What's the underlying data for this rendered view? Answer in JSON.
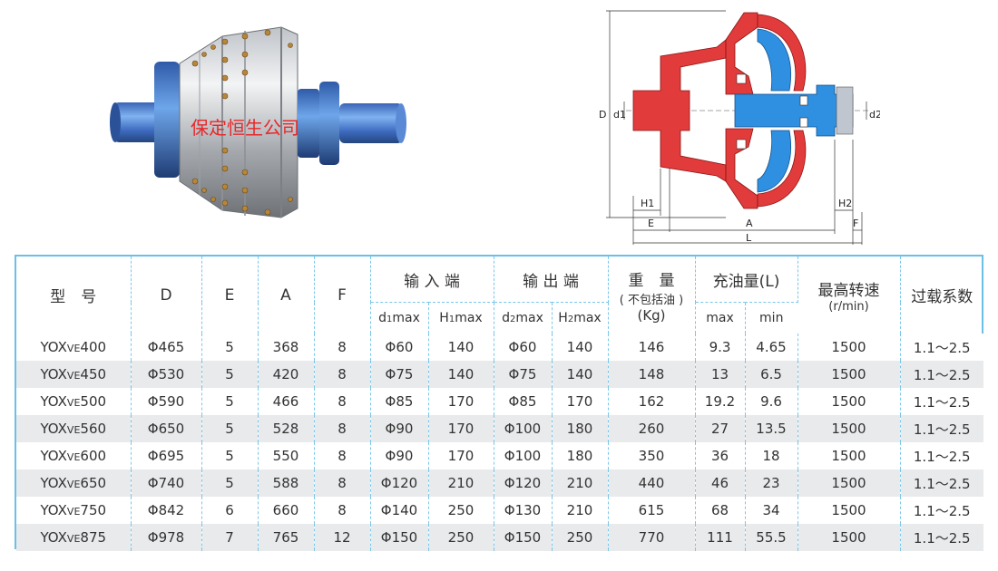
{
  "watermark": "保定恒生公司",
  "diagram": {
    "labels": {
      "D": "D",
      "d1": "d1",
      "d2": "d2",
      "H1": "H1",
      "H2": "H2",
      "E": "E",
      "A": "A",
      "F": "F",
      "L": "L"
    }
  },
  "table": {
    "headers": {
      "model": "型　号",
      "D": "D",
      "E": "E",
      "A": "A",
      "F": "F",
      "input_end": "输 入 端",
      "output_end": "输 出 端",
      "weight_line1": "重　量",
      "weight_line2": "( 不包括油 )",
      "weight_line3": "(Kg)",
      "oil": "充油量(L)",
      "speed_line1": "最高转速",
      "speed_line2": "(r/min)",
      "overload": "过载系数",
      "d1max_pre": "d",
      "d1max_sub": "1",
      "d1max_post": "max",
      "H1max_pre": "H",
      "H1max_sub": "1",
      "H1max_post": "max",
      "d2max_pre": "d",
      "d2max_sub": "2",
      "d2max_post": "max",
      "H2max_pre": "H",
      "H2max_sub": "2",
      "H2max_post": "max",
      "oil_max": "max",
      "oil_min": "min"
    },
    "rows": [
      {
        "model_pre": "YOX",
        "model_sub": "VE",
        "model_num": "400",
        "D": "Φ465",
        "E": "5",
        "A": "368",
        "F": "8",
        "d1max": "Φ60",
        "H1max": "140",
        "d2max": "Φ60",
        "H2max": "140",
        "weight": "146",
        "oil_max": "9.3",
        "oil_min": "4.65",
        "speed": "1500",
        "overload": "1.1～2.5"
      },
      {
        "model_pre": "YOX",
        "model_sub": "VE",
        "model_num": "450",
        "D": "Φ530",
        "E": "5",
        "A": "420",
        "F": "8",
        "d1max": "Φ75",
        "H1max": "140",
        "d2max": "Φ75",
        "H2max": "140",
        "weight": "148",
        "oil_max": "13",
        "oil_min": "6.5",
        "speed": "1500",
        "overload": "1.1～2.5"
      },
      {
        "model_pre": "YOX",
        "model_sub": "VE",
        "model_num": "500",
        "D": "Φ590",
        "E": "5",
        "A": "466",
        "F": "8",
        "d1max": "Φ85",
        "H1max": "170",
        "d2max": "Φ85",
        "H2max": "170",
        "weight": "162",
        "oil_max": "19.2",
        "oil_min": "9.6",
        "speed": "1500",
        "overload": "1.1～2.5"
      },
      {
        "model_pre": "YOX",
        "model_sub": "VE",
        "model_num": "560",
        "D": "Φ650",
        "E": "5",
        "A": "528",
        "F": "8",
        "d1max": "Φ90",
        "H1max": "170",
        "d2max": "Φ100",
        "H2max": "180",
        "weight": "260",
        "oil_max": "27",
        "oil_min": "13.5",
        "speed": "1500",
        "overload": "1.1～2.5"
      },
      {
        "model_pre": "YOX",
        "model_sub": "VE",
        "model_num": "600",
        "D": "Φ695",
        "E": "5",
        "A": "550",
        "F": "8",
        "d1max": "Φ90",
        "H1max": "170",
        "d2max": "Φ100",
        "H2max": "180",
        "weight": "350",
        "oil_max": "36",
        "oil_min": "18",
        "speed": "1500",
        "overload": "1.1～2.5"
      },
      {
        "model_pre": "YOX",
        "model_sub": "VE",
        "model_num": "650",
        "D": "Φ740",
        "E": "5",
        "A": "588",
        "F": "8",
        "d1max": "Φ120",
        "H1max": "210",
        "d2max": "Φ120",
        "H2max": "210",
        "weight": "440",
        "oil_max": "46",
        "oil_min": "23",
        "speed": "1500",
        "overload": "1.1～2.5"
      },
      {
        "model_pre": "YOX",
        "model_sub": "VE",
        "model_num": "750",
        "D": "Φ842",
        "E": "6",
        "A": "660",
        "F": "8",
        "d1max": "Φ140",
        "H1max": "250",
        "d2max": "Φ130",
        "H2max": "210",
        "weight": "615",
        "oil_max": "68",
        "oil_min": "34",
        "speed": "1500",
        "overload": "1.1～2.5"
      },
      {
        "model_pre": "YOX",
        "model_sub": "VE",
        "model_num": "875",
        "D": "Φ978",
        "E": "7",
        "A": "765",
        "F": "12",
        "d1max": "Φ150",
        "H1max": "250",
        "d2max": "Φ150",
        "H2max": "250",
        "weight": "770",
        "oil_max": "111",
        "oil_min": "55.5",
        "speed": "1500",
        "overload": "1.1～2.5"
      }
    ]
  }
}
